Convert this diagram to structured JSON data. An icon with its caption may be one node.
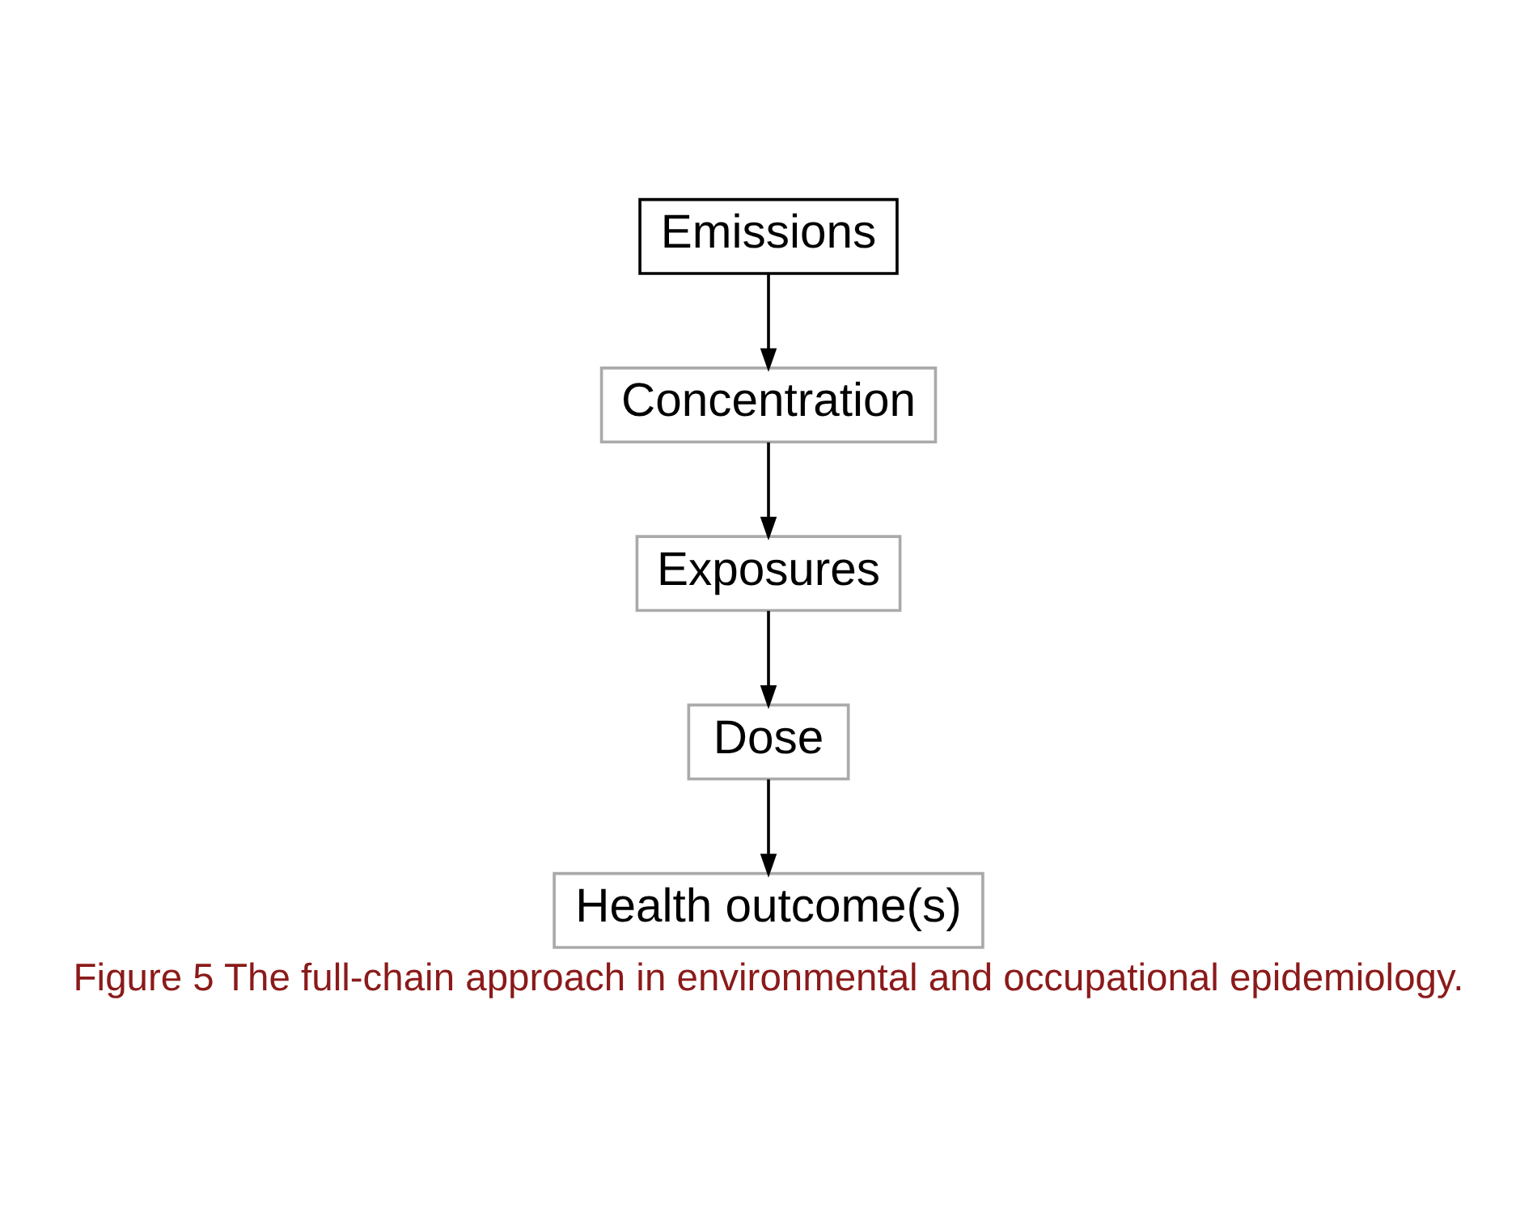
{
  "diagram": {
    "caption": "Figure 5 The full-chain approach in environmental and occupational epidemiology.",
    "nodes": [
      {
        "text": [
          "Emissions"
        ]
      },
      {
        "text": [
          "Concentration"
        ]
      },
      {
        "text": [
          "Exposures"
        ]
      },
      {
        "text": [
          "Dose"
        ]
      },
      {
        "text": [
          "Health outcome(s)"
        ]
      }
    ],
    "edges": [
      {
        "from": 0,
        "to": 1,
        "arrow": "to"
      },
      {
        "from": 1,
        "to": 2,
        "arrow": "to"
      },
      {
        "from": 2,
        "to": 3,
        "arrow": "to"
      },
      {
        "from": 3,
        "to": 4,
        "arrow": "to"
      }
    ]
  }
}
